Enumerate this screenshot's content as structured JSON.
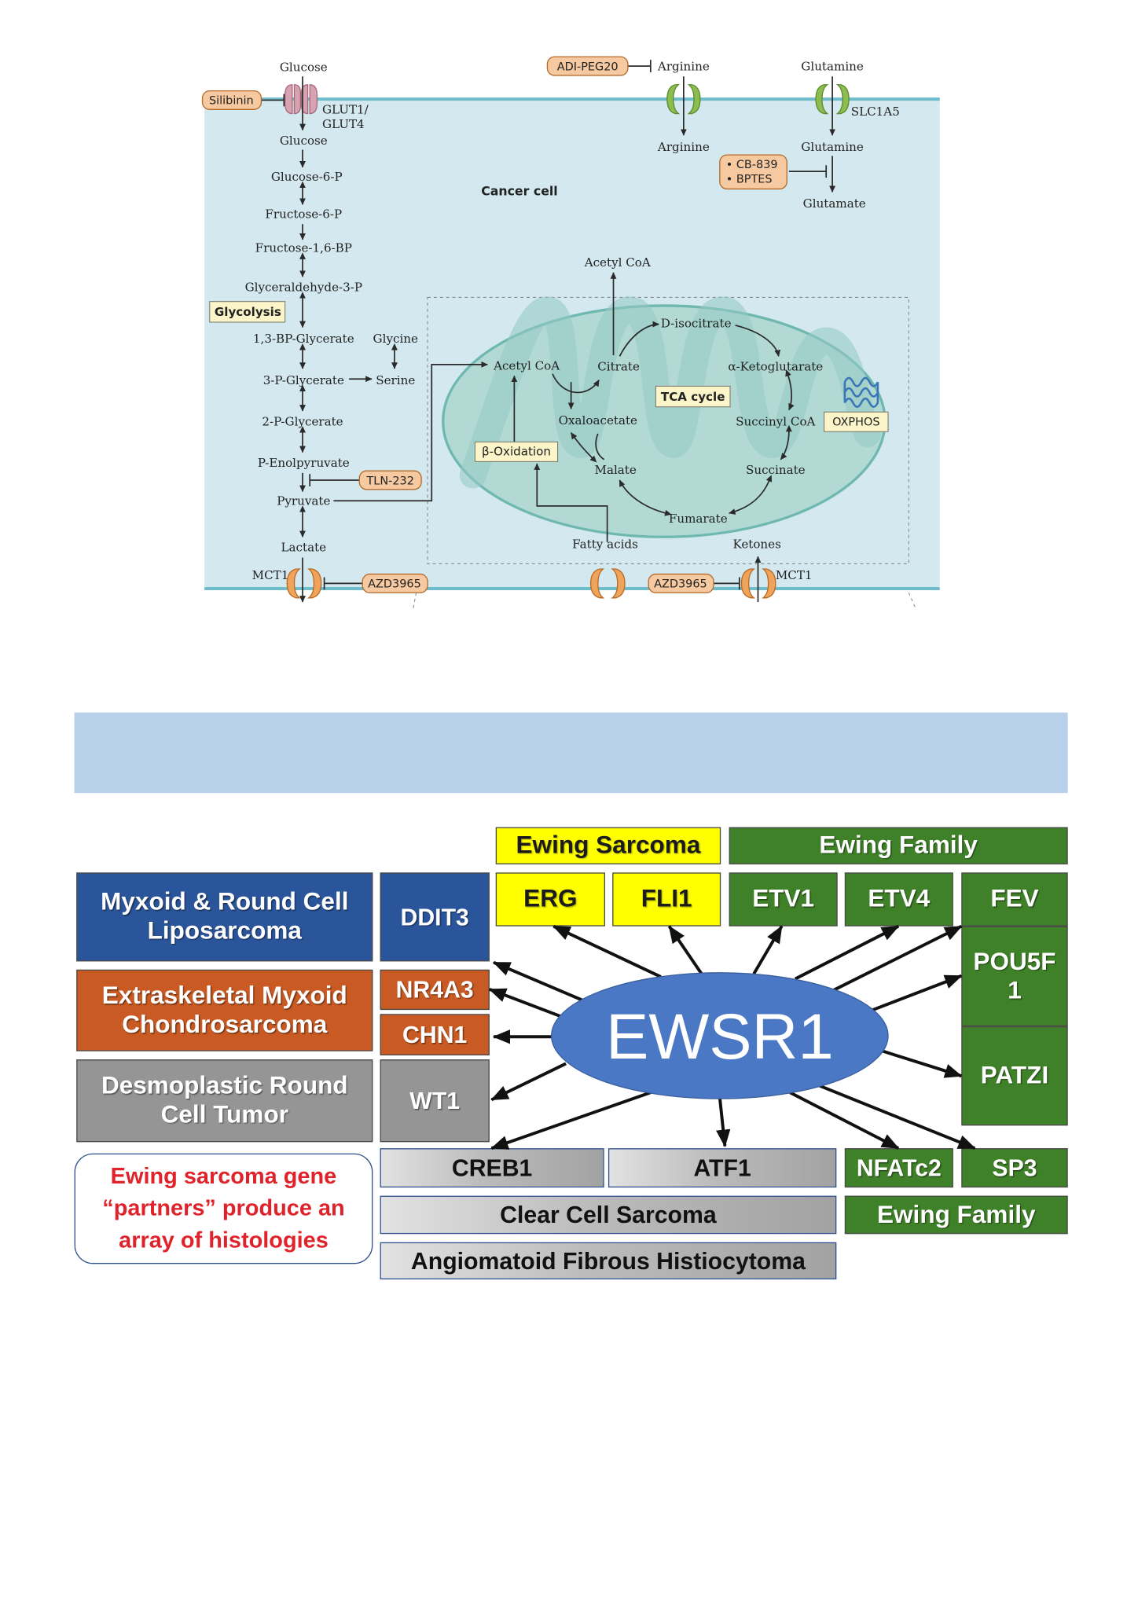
{
  "metabolism_diagram": {
    "cell_label": "Cancer cell",
    "glycolysis_label": "Glycolysis",
    "tca_label": "TCA cycle",
    "oxphos_label": "OXPHOS",
    "beta_oxidation_label": "β-Oxidation",
    "metabolites": {
      "glucose_out": "Glucose",
      "glucose_in": "Glucose",
      "g6p": "Glucose-6-P",
      "f6p": "Fructose-6-P",
      "f16bp": "Fructose-1,6-BP",
      "g3p": "Glyceraldehyde-3-P",
      "bpg": "1,3-BP-Glycerate",
      "p3g": "3-P-Glycerate",
      "p2g": "2-P-Glycerate",
      "pep": "P-Enolpyruvate",
      "pyruvate": "Pyruvate",
      "lactate": "Lactate",
      "glycine": "Glycine",
      "serine": "Serine",
      "arginine_out": "Arginine",
      "arginine_in": "Arginine",
      "glutamine_out": "Glutamine",
      "glutamine_in": "Glutamine",
      "glutamate": "Glutamate",
      "acetyl_coa_cyto": "Acetyl CoA",
      "acetyl_coa_mito": "Acetyl CoA",
      "citrate": "Citrate",
      "isocitrate": "D-isocitrate",
      "akg": "α-Ketoglutarate",
      "succinyl_coa": "Succinyl CoA",
      "succinate": "Succinate",
      "fumarate": "Fumarate",
      "malate": "Malate",
      "oxaloacetate": "Oxaloacetate",
      "fatty_acids": "Fatty acids",
      "ketones": "Ketones"
    },
    "transporters": {
      "glut_line1": "GLUT1/",
      "glut_line2": "GLUT4",
      "slc1a5": "SLC1A5",
      "mct1_left": "MCT1",
      "mct1_right": "MCT1"
    },
    "drugs": {
      "silibinin": "Silibinin",
      "adi_peg20": "ADI-PEG20",
      "cb839": "• CB-839",
      "bptes": "• BPTES",
      "tln232": "TLN-232",
      "azd3965_left": "AZD3965",
      "azd3965_right": "AZD3965"
    }
  },
  "ewsr1_diagram": {
    "center": "EWSR1",
    "headers": {
      "ewing_sarcoma": "Ewing Sarcoma",
      "ewing_family_top": "Ewing Family",
      "ewing_family_bottom": "Ewing Family",
      "clear_cell_sarcoma": "Clear Cell Sarcoma",
      "angiomatoid": "Angiomatoid Fibrous Histiocytoma"
    },
    "diseases": {
      "myxoid_line1": "Myxoid & Round Cell",
      "myxoid_line2": "Liposarcoma",
      "extraskeletal_line1": "Extraskeletal Myxoid",
      "extraskeletal_line2": "Chondrosarcoma",
      "desmoplastic_line1": "Desmoplastic Round",
      "desmoplastic_line2": "Cell Tumor"
    },
    "partners": {
      "ddit3": "DDIT3",
      "nr4a3": "NR4A3",
      "chn1": "CHN1",
      "wt1": "WT1",
      "erg": "ERG",
      "fli1": "FLI1",
      "etv1": "ETV1",
      "etv4": "ETV4",
      "fev": "FEV",
      "pou5f1_line1": "POU5F",
      "pou5f1_line2": "1",
      "patzi": "PATZI",
      "creb1": "CREB1",
      "atf1": "ATF1",
      "nfatc2": "NFATc2",
      "sp3": "SP3"
    },
    "note_line1": "Ewing sarcoma gene",
    "note_line2": "“partners” produce an",
    "note_line3": "array of histologies"
  },
  "colors": {
    "cell_fill": "#d3e8ef",
    "membrane": "#6fbccd",
    "mitochondrion": "#b3d9d5",
    "drug_fill": "#f6c9a0",
    "ewsr1_blue": "#4a78c4",
    "liposarcoma_blue": "#2b559b",
    "chondrosarcoma_orange": "#c95a23",
    "dsrct_grey": "#959595",
    "ewing_yellow": "#ffff00",
    "ewing_family_green": "#3f8128",
    "note_red": "#e0222a",
    "banner": "#b9d0ea"
  }
}
